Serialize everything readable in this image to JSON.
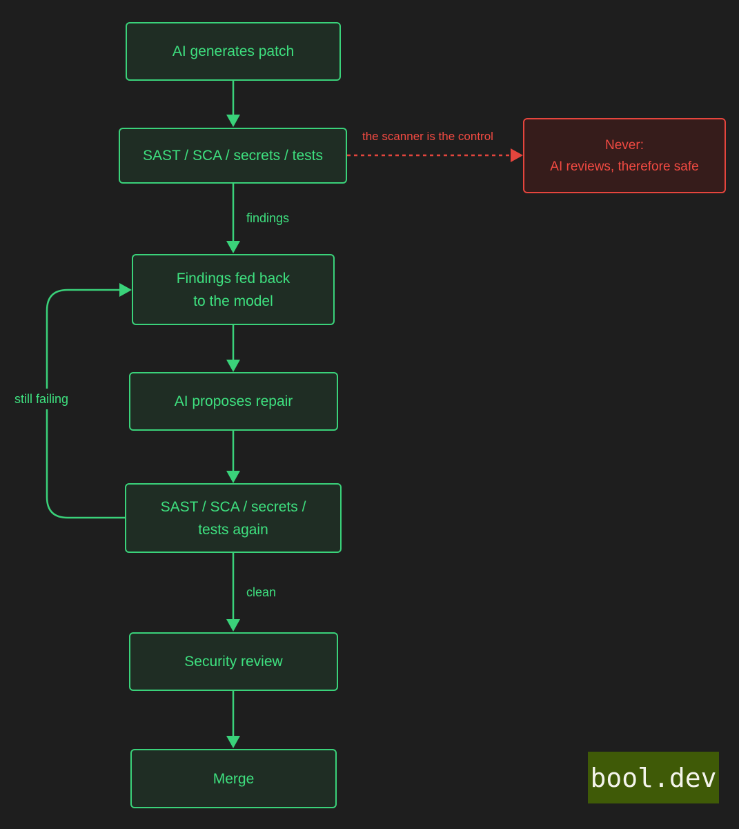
{
  "nodes": {
    "generate": "AI generates patch",
    "scan": "SAST / SCA / secrets / tests",
    "feedback": [
      "Findings fed back",
      "to the model"
    ],
    "repair": "AI proposes repair",
    "rescan": [
      "SAST / SCA / secrets /",
      "tests again"
    ],
    "review": "Security review",
    "merge": "Merge",
    "never": [
      "Never:",
      "AI reviews, therefore safe"
    ]
  },
  "edges": {
    "scan_to_never": "the scanner is the control",
    "scan_to_feedback": "findings",
    "rescan_to_feedback": "still failing",
    "rescan_to_review": "clean"
  },
  "logo_text": "bool.dev",
  "colors": {
    "background": "#1e1e1e",
    "green": "#3ad27a",
    "green_text": "#3ee07f",
    "red": "#e5453d",
    "logo_bg": "#3f5a07"
  }
}
